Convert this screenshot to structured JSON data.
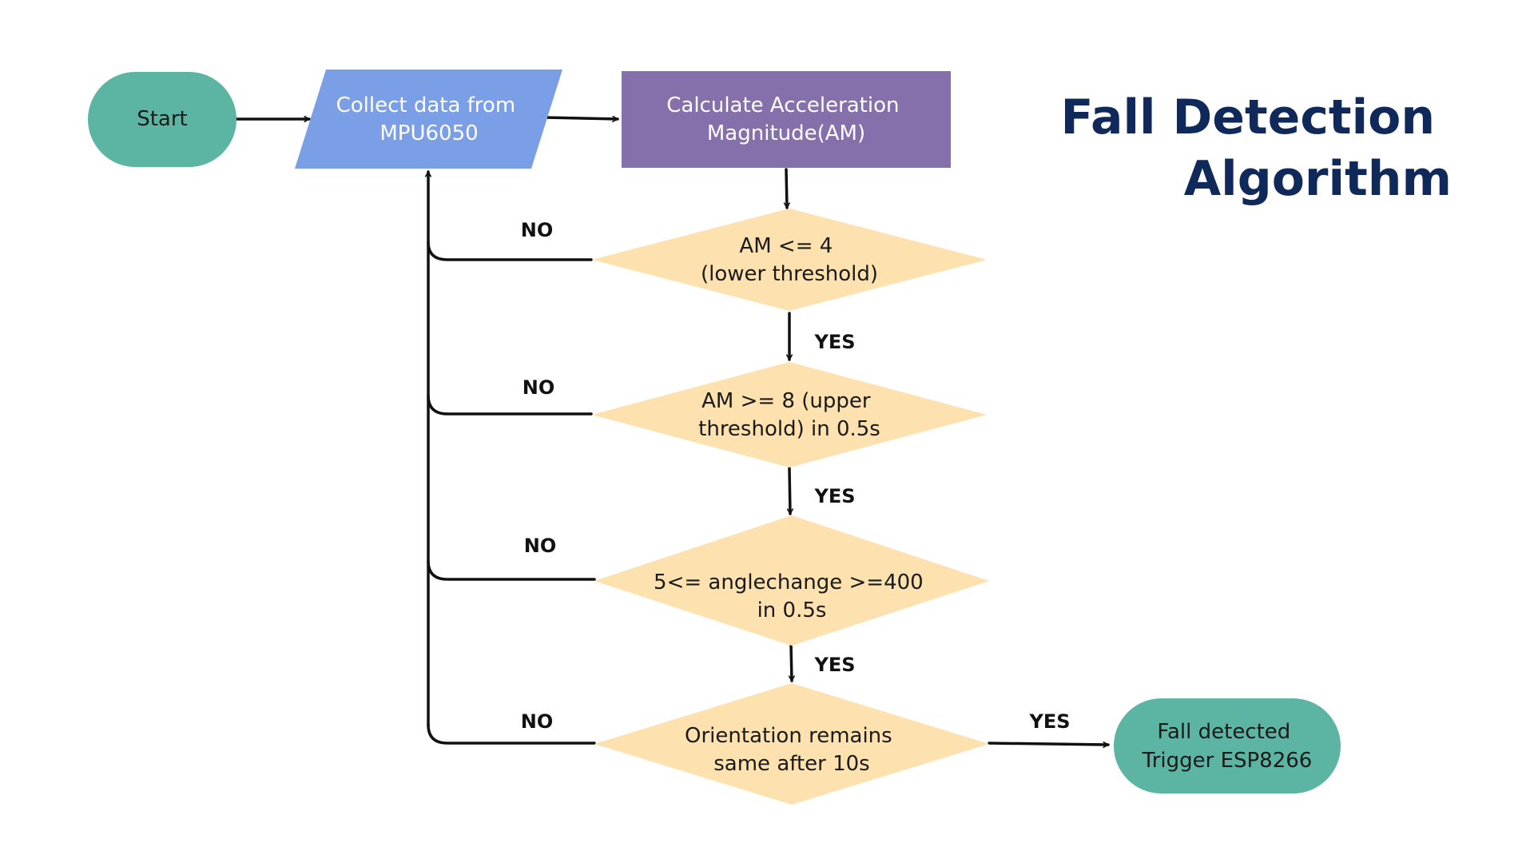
{
  "title": {
    "lines": [
      "Fall Detection",
      "Algorithm"
    ]
  },
  "nodes": {
    "start": {
      "lines": [
        "Start"
      ]
    },
    "collect": {
      "lines": [
        "Collect data from",
        "MPU6050"
      ]
    },
    "calculate": {
      "lines": [
        "Calculate Acceleration",
        "Magnitude(AM)"
      ]
    },
    "decision1": {
      "lines": [
        "AM <= 4",
        "(lower threshold)"
      ]
    },
    "decision2": {
      "lines": [
        "AM >= 8 (upper",
        "threshold) in 0.5s"
      ]
    },
    "decision3": {
      "lines": [
        "5<= anglechange >=400",
        "in 0.5s"
      ]
    },
    "decision4": {
      "lines": [
        "Orientation remains",
        "same after 10s"
      ]
    },
    "end": {
      "lines": [
        "Fall detected",
        "Trigger ESP8266"
      ]
    }
  },
  "edge_labels": {
    "no1": "NO",
    "no2": "NO",
    "no3": "NO",
    "no4": "NO",
    "yes1": "YES",
    "yes2": "YES",
    "yes3": "YES",
    "yes4": "YES"
  },
  "colors": {
    "terminal": "#5bb5a2",
    "collect": "#7b9fe6",
    "calculate": "#8670ab",
    "decision": "#fde1ae",
    "title": "#0f2a5a",
    "text_dark": "#1a1a1a",
    "text_light": "#ffffff",
    "line": "#111111"
  }
}
